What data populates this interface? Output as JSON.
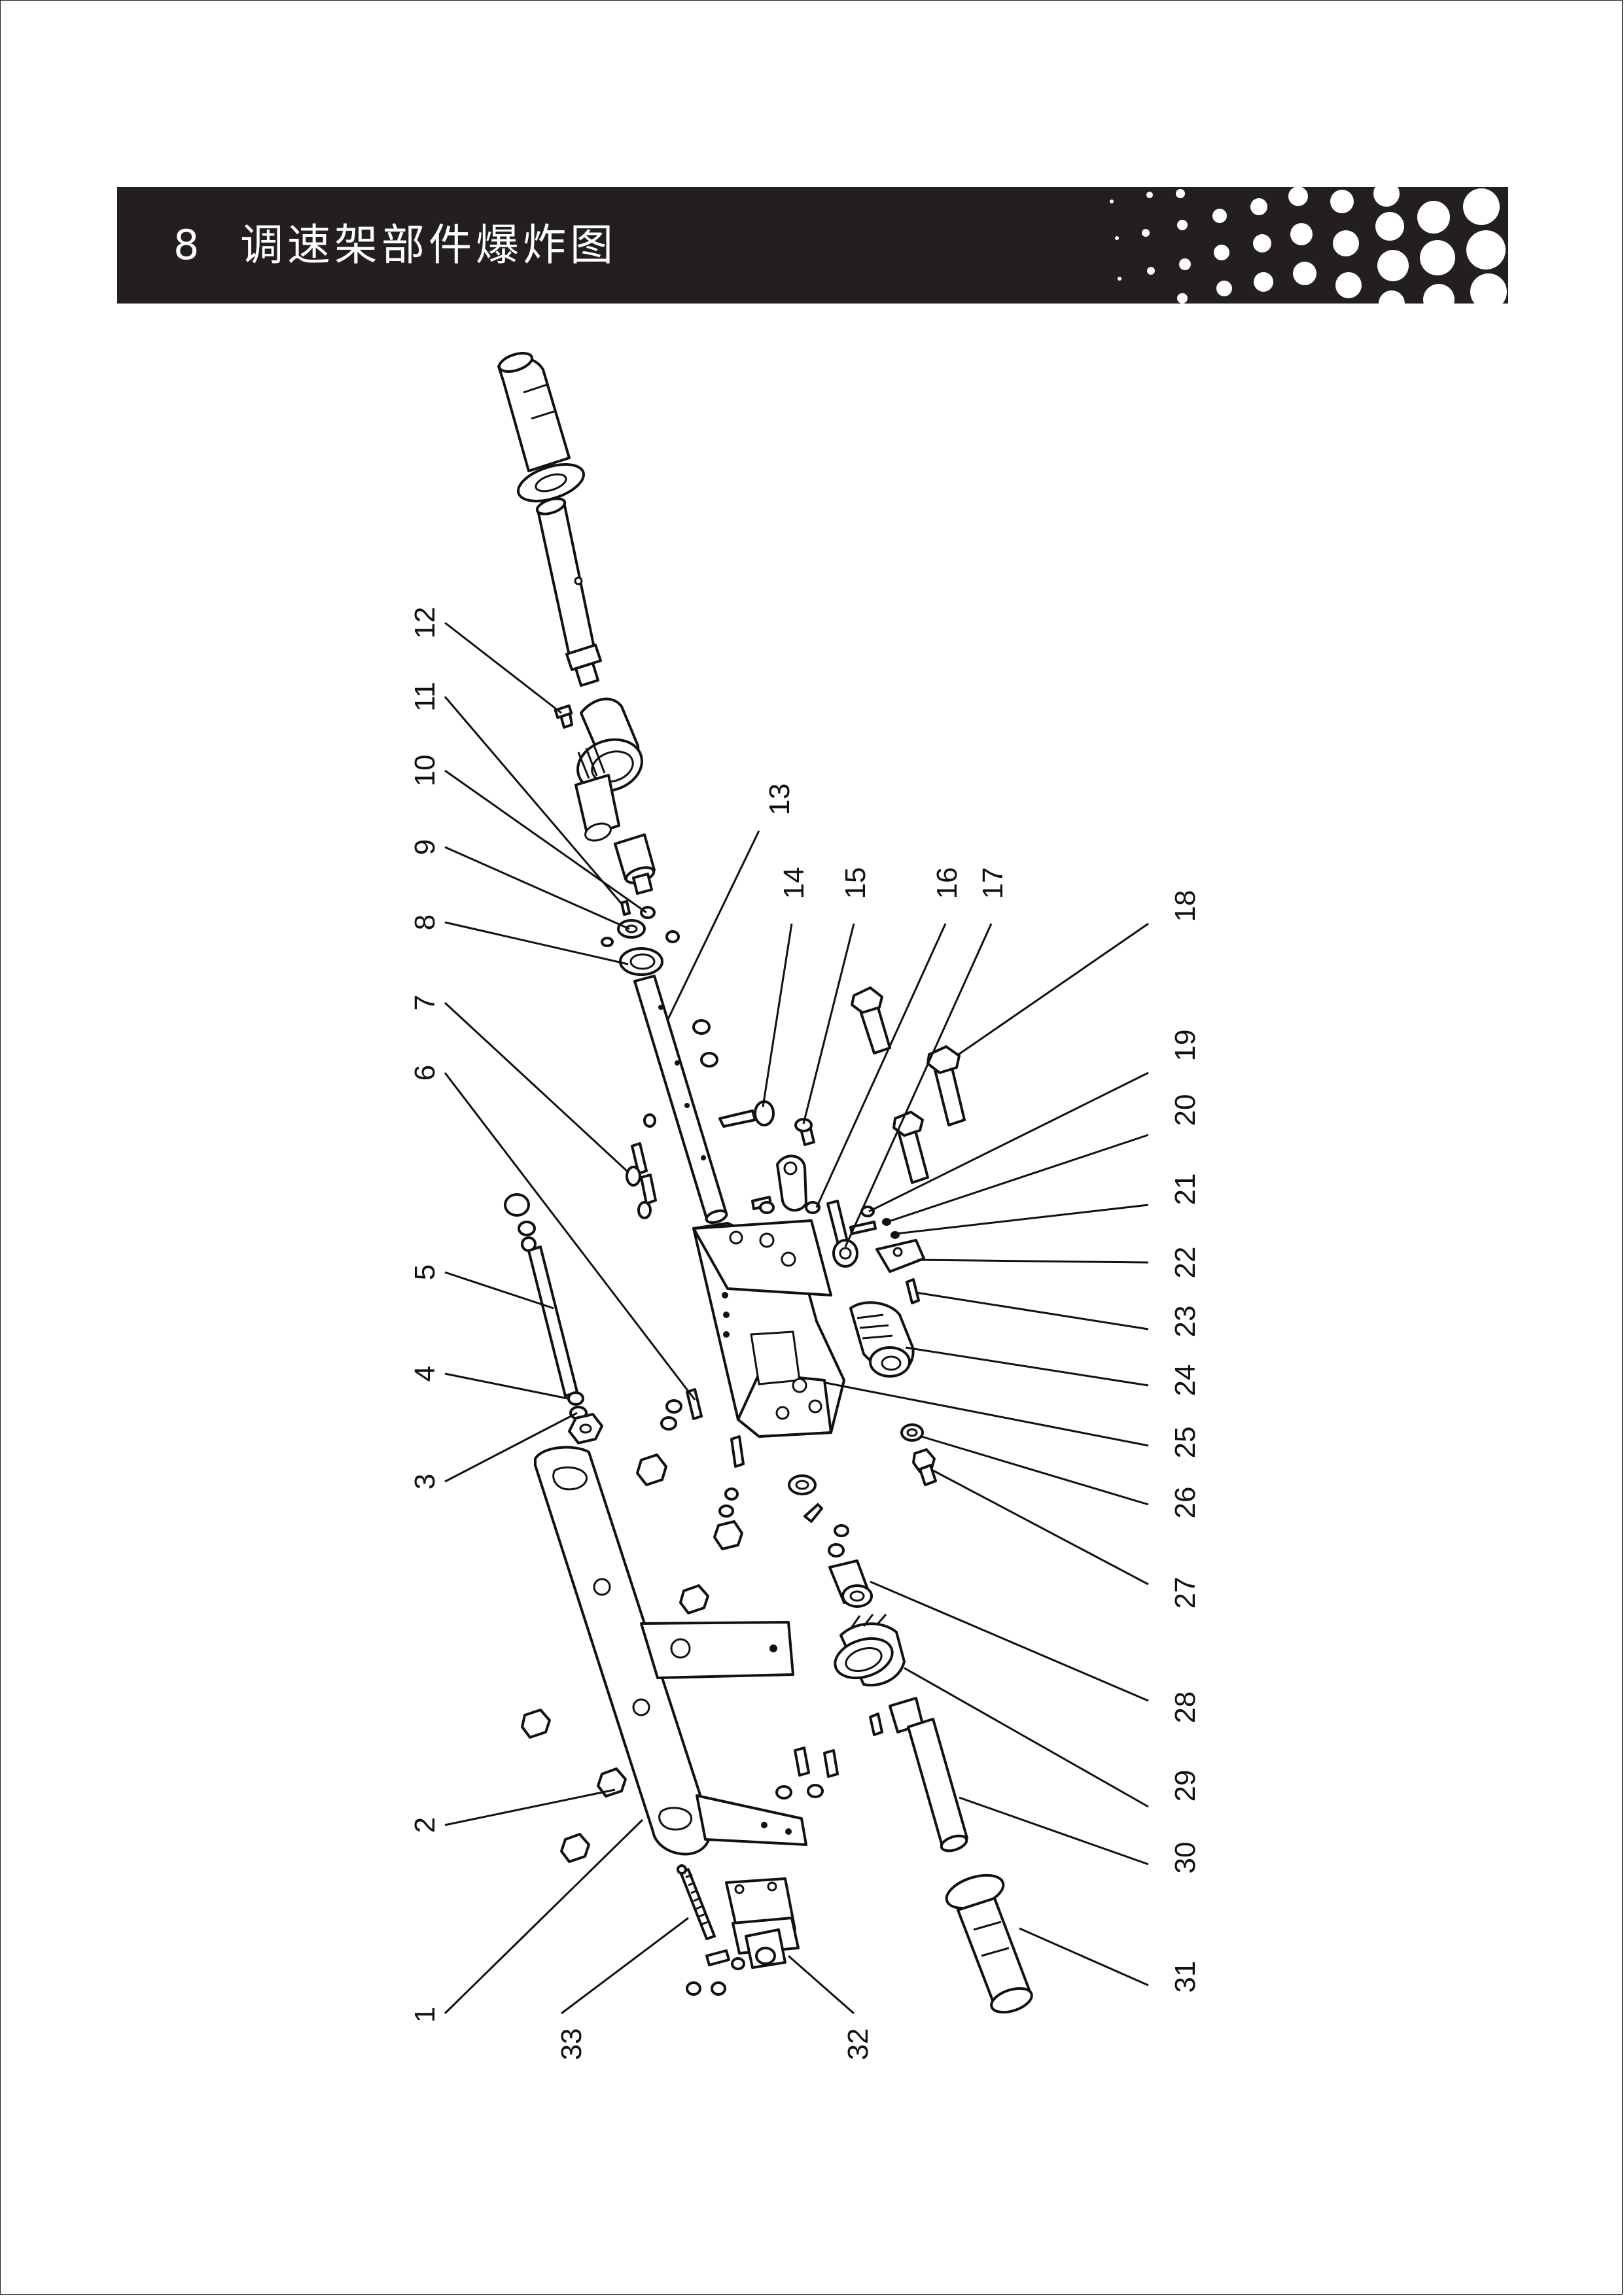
{
  "header": {
    "section_number": "8",
    "title": "调速架部件爆炸图"
  },
  "callouts": {
    "left_column": [
      "1",
      "2",
      "3",
      "4",
      "5",
      "6",
      "7",
      "8",
      "9",
      "10",
      "11",
      "12",
      "33"
    ],
    "right_column": [
      "13",
      "14",
      "15",
      "16",
      "17",
      "18",
      "19",
      "20",
      "21",
      "22",
      "23",
      "24",
      "25",
      "26",
      "27",
      "28",
      "29",
      "30",
      "31",
      "32"
    ]
  },
  "colors": {
    "header_background": "#231f20",
    "header_text": "#ffffff",
    "line_art": "#111111"
  }
}
